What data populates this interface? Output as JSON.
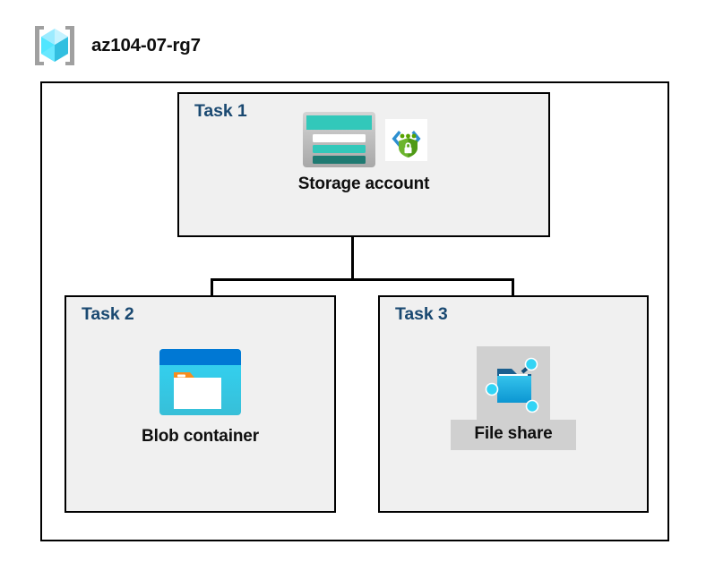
{
  "header": {
    "icon": "resource-group-cube-icon",
    "title": "az104-07-rg7"
  },
  "container": {
    "name": "resource-group-container"
  },
  "tasks": [
    {
      "label": "Task 1",
      "node_caption": "Storage account",
      "icons": [
        "storage-account-icon",
        "security-shield-lock-icon"
      ],
      "highlighted": false
    },
    {
      "label": "Task 2",
      "node_caption": "Blob container",
      "icons": [
        "blob-container-icon"
      ],
      "highlighted": false
    },
    {
      "label": "Task 3",
      "node_caption": "File share",
      "icons": [
        "file-share-icon"
      ],
      "highlighted": true
    }
  ],
  "connectors": {
    "description": "tree-connector-from-storage-account-to-blob-container-and-file-share"
  },
  "colors": {
    "task_label": "#1a4971",
    "box_fill": "#f0f0f0",
    "box_border": "#000000",
    "container_fill": "#ffffff",
    "highlight": "#d0d0d0",
    "caption": "#0f0f0f",
    "cube_icon": "#50e6ff",
    "bracket": "#a0a0a0",
    "storage_teal": "#32c8ba",
    "storage_teal_dark": "#1f7a72",
    "shield_green": "#57a300",
    "blob_blue": "#0078d4",
    "blob_cyan": "#32d4f5",
    "blob_orange": "#f78d1e",
    "fileshare_blue": "#1ab4e6",
    "fileshare_node": "#32d4f5"
  }
}
